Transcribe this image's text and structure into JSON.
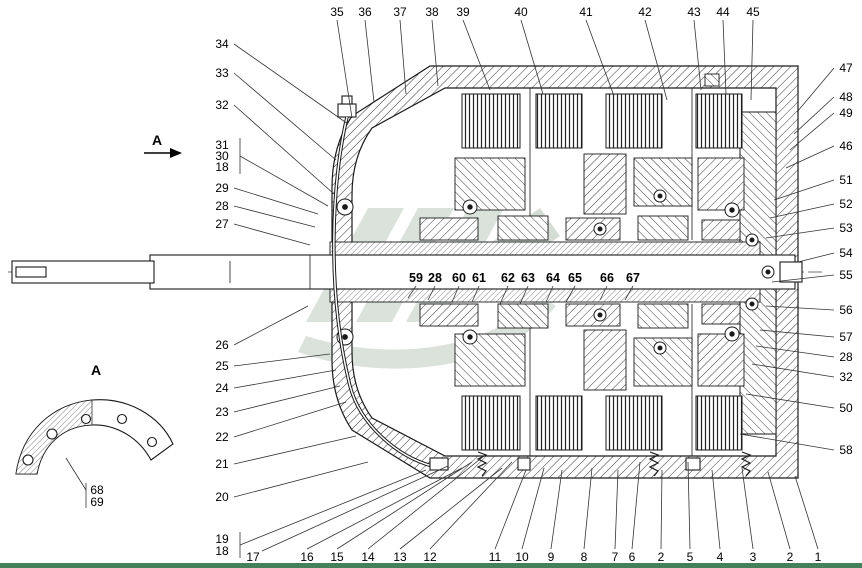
{
  "page": {
    "background": "#ffffff",
    "accent_green": "#44805a",
    "watermark_color": "#b9c6bb"
  },
  "labels": {
    "section_marker": "A",
    "detail_marker": "A"
  },
  "callouts": {
    "top": [
      "35",
      "36",
      "37",
      "38",
      "39",
      "40",
      "41",
      "42",
      "43",
      "44",
      "45"
    ],
    "left": [
      "34",
      "33",
      "32",
      "31",
      "30",
      "18",
      "29",
      "28",
      "27",
      "26",
      "25",
      "24",
      "23",
      "22",
      "21",
      "20",
      "19",
      "18"
    ],
    "right": [
      "47",
      "48",
      "49",
      "46",
      "51",
      "52",
      "53",
      "54",
      "55",
      "56",
      "57",
      "28",
      "32",
      "50",
      "58"
    ],
    "bottom": [
      "17",
      "16",
      "15",
      "14",
      "13",
      "12",
      "11",
      "10",
      "9",
      "8",
      "7",
      "6",
      "2",
      "5",
      "4",
      "3",
      "2",
      "1"
    ],
    "middle": [
      "59",
      "28",
      "60",
      "61",
      "62",
      "63",
      "64",
      "65",
      "66",
      "67"
    ],
    "detail": [
      "68",
      "69"
    ]
  }
}
